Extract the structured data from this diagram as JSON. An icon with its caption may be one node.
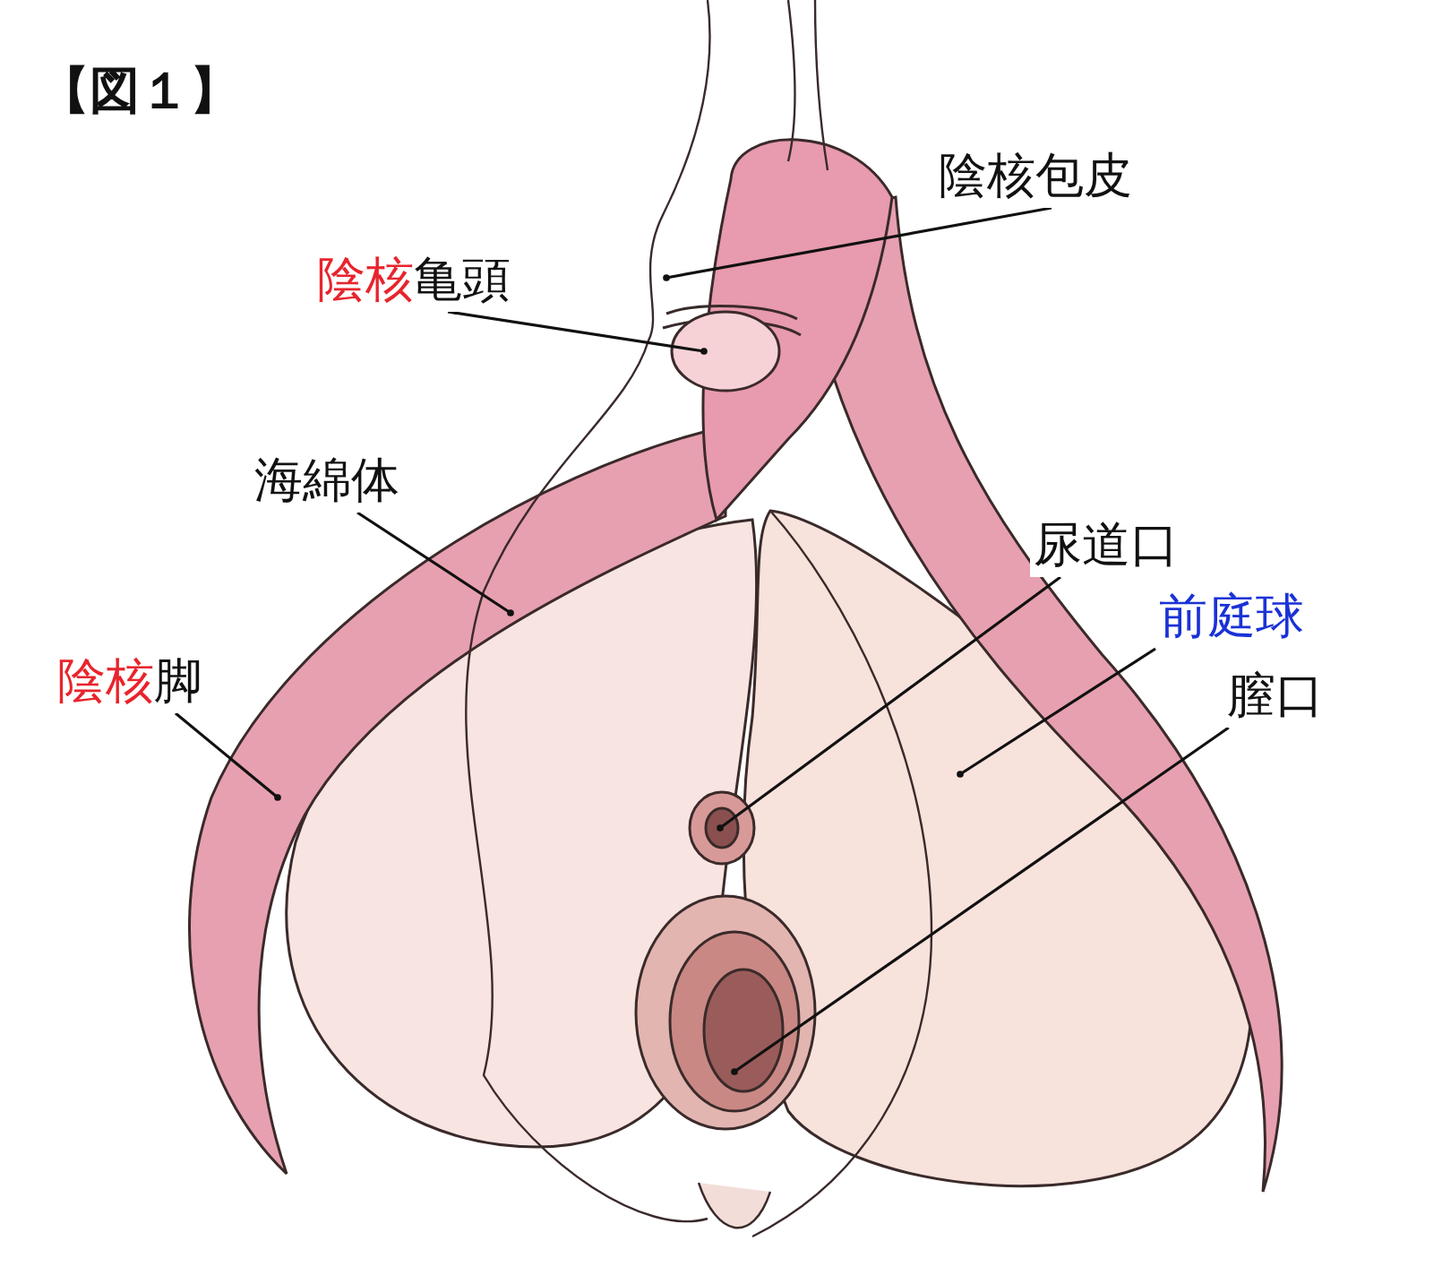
{
  "diagram": {
    "title": "【図１】",
    "nodes": [
      {
        "text": [
          "陰核包皮"
        ]
      },
      {
        "text": [
          "陰核",
          "亀頭"
        ]
      },
      {
        "text": [
          "海綿体"
        ]
      },
      {
        "text": [
          "尿道口"
        ]
      },
      {
        "text": [
          "前庭球"
        ]
      },
      {
        "text": [
          "陰核",
          "脚"
        ]
      },
      {
        "text": [
          "膣口"
        ]
      }
    ],
    "edges": [
      {
        "from": 0,
        "to": null,
        "arrow": "other"
      },
      {
        "from": 1,
        "to": null,
        "arrow": "other"
      },
      {
        "from": 2,
        "to": null,
        "arrow": "other"
      },
      {
        "from": 3,
        "to": null,
        "arrow": "other"
      },
      {
        "from": 4,
        "to": null,
        "arrow": "other"
      },
      {
        "from": 5,
        "to": null,
        "arrow": "other"
      },
      {
        "from": 6,
        "to": null,
        "arrow": "other"
      }
    ]
  }
}
